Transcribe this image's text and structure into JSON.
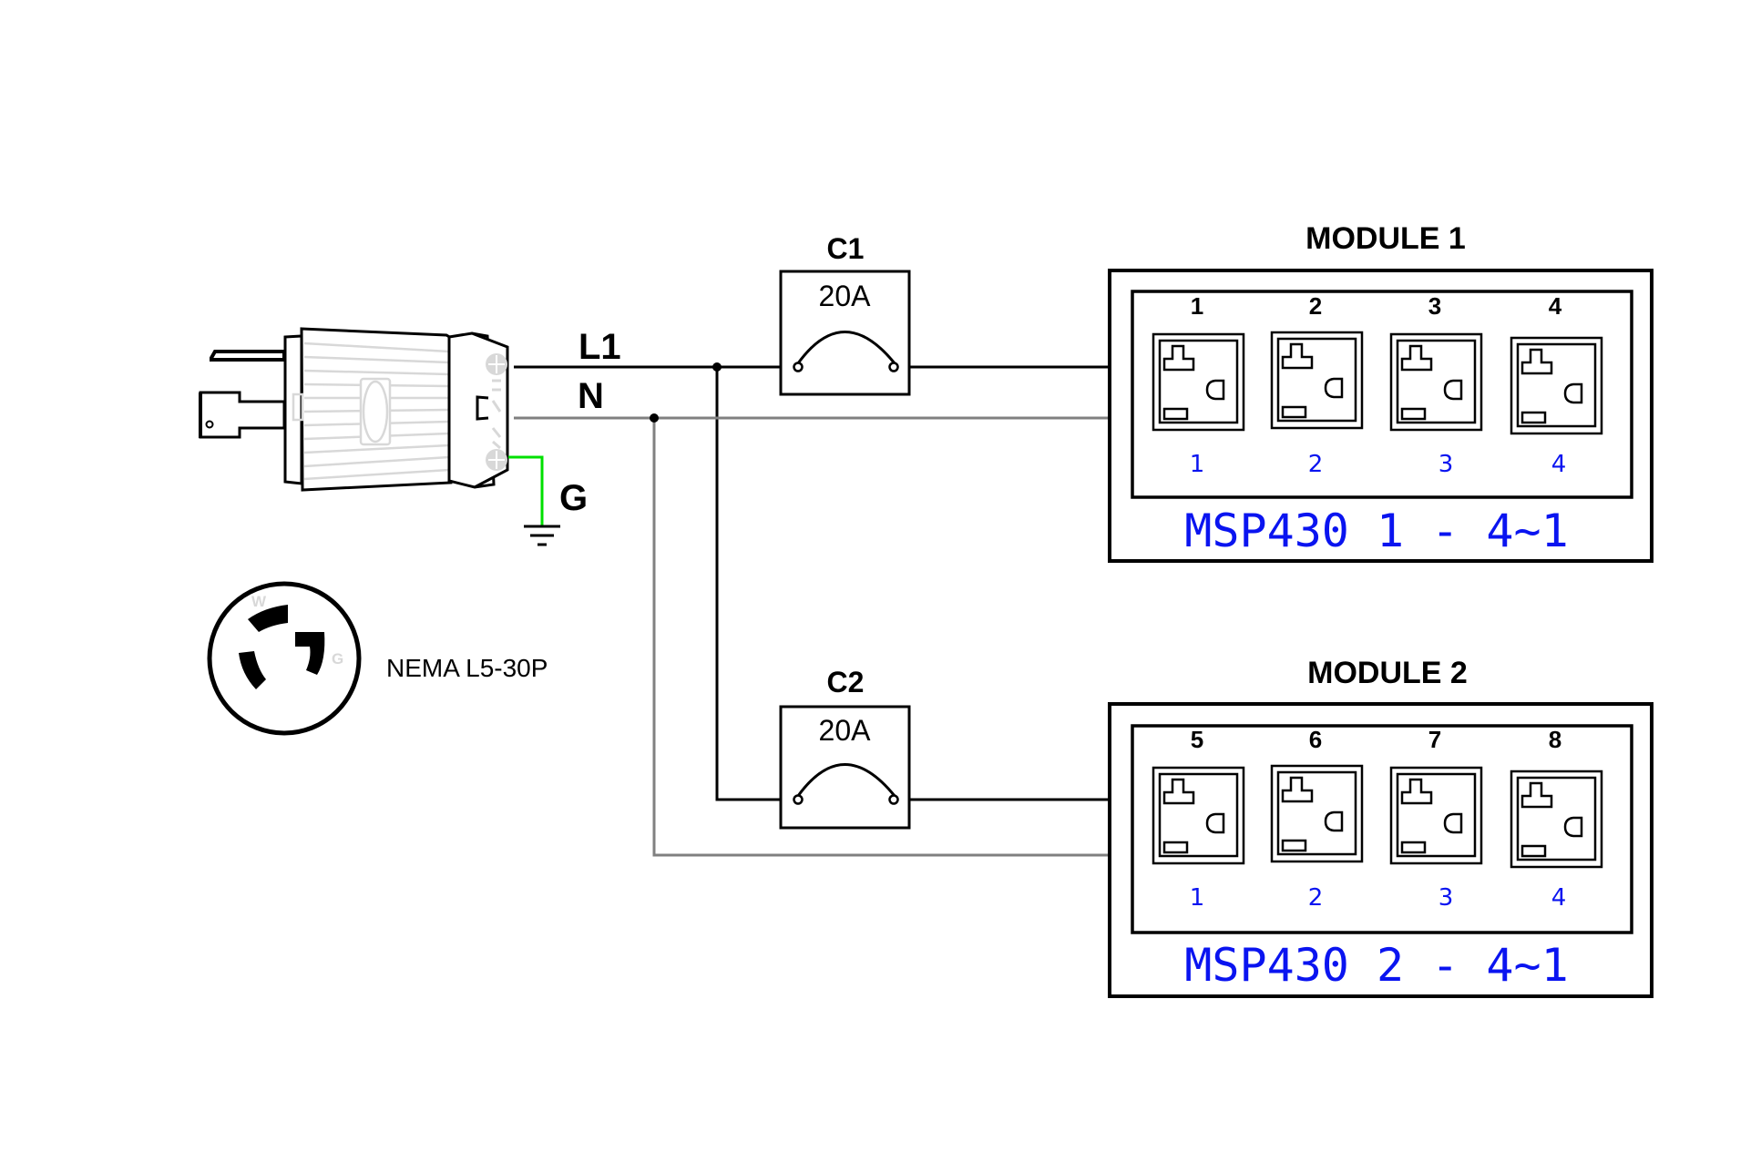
{
  "diagram": {
    "plug": {
      "wire_labels": {
        "line": "L1",
        "neutral": "N",
        "ground": "G"
      },
      "pin_letters": {
        "white": "W",
        "ground": "G"
      },
      "face_label": "NEMA L5-30P"
    },
    "breakers": [
      {
        "id": "C1",
        "label": "C1",
        "rating": "20A"
      },
      {
        "id": "C2",
        "label": "C2",
        "rating": "20A"
      }
    ],
    "modules": [
      {
        "title": "MODULE 1",
        "outlet_numbers": [
          "1",
          "2",
          "3",
          "4"
        ],
        "local_numbers": [
          "1",
          "2",
          "3",
          "4"
        ],
        "caption": "MSP430 1 - 4~1"
      },
      {
        "title": "MODULE 2",
        "outlet_numbers": [
          "5",
          "6",
          "7",
          "8"
        ],
        "local_numbers": [
          "1",
          "2",
          "3",
          "4"
        ],
        "caption": "MSP430 2 - 4~1"
      }
    ],
    "colors": {
      "line_wire": "#000000",
      "neutral_wire": "#808080",
      "ground_wire": "#00e000",
      "caption_blue": "#0a14f0",
      "plug_texture": "#d8d8d8"
    }
  }
}
